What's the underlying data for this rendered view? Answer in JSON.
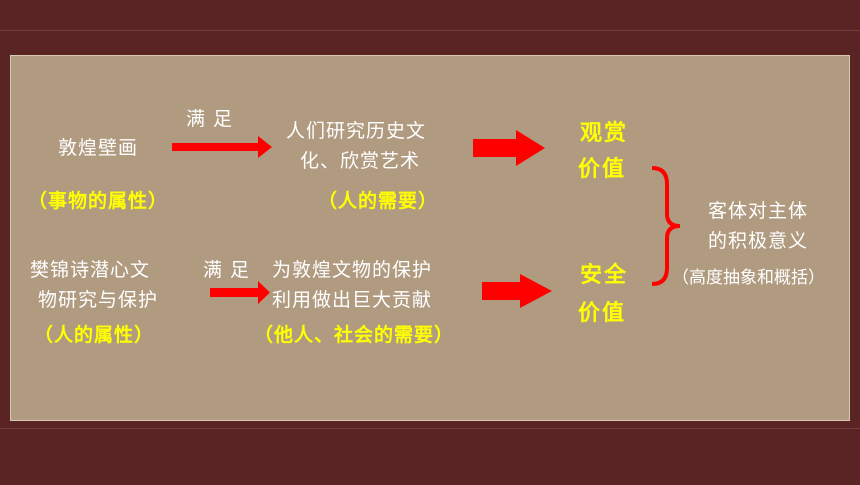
{
  "top_row": {
    "source": "敦煌壁画",
    "source_attr": "（事物的属性）",
    "verb": "满 足",
    "need_line1": "人们研究历史文",
    "need_line2": "化、欣赏艺术",
    "need_attr": "（人的需要）",
    "value_line1": "观赏",
    "value_line2": "价值"
  },
  "bottom_row": {
    "source_line1": "樊锦诗潜心文",
    "source_line2": "物研究与保护",
    "source_attr": "（人的属性）",
    "verb": "满 足",
    "need_line1": "为敦煌文物的保护",
    "need_line2": "利用做出巨大贡献",
    "need_attr": "（他人、社会的需要）",
    "value_line1": "安全",
    "value_line2": "价值"
  },
  "conclusion": {
    "line1": "客体对主体",
    "line2": "的积极意义",
    "note": "（高度抽象和概括）"
  },
  "colors": {
    "background": "#5a2424",
    "panel": "#b09b81",
    "arrow": "#ff0000",
    "highlight": "#ffff00",
    "text": "#ffffff"
  }
}
